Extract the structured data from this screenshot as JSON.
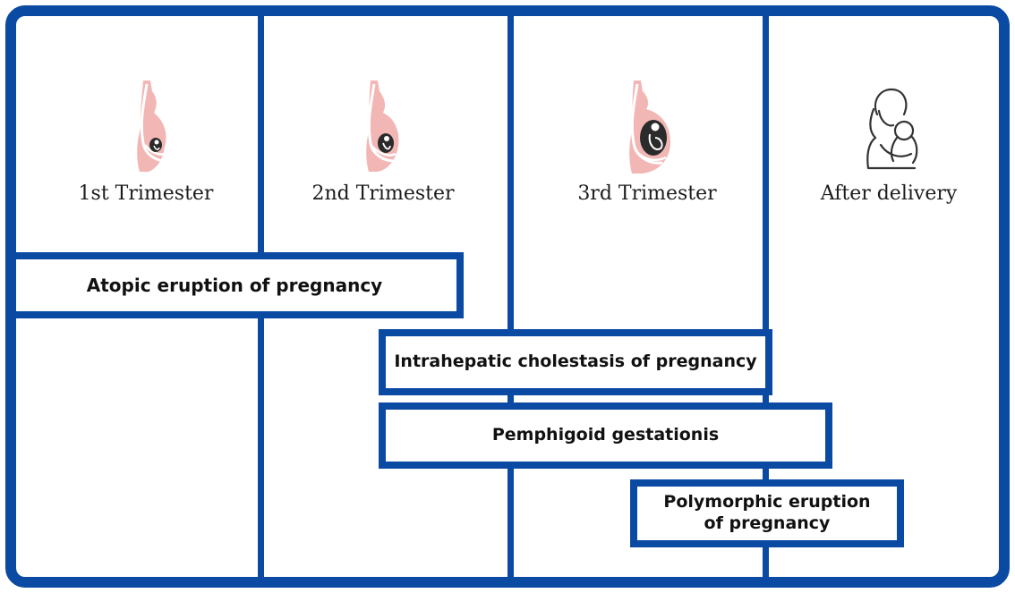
{
  "periods": [
    {
      "label": "1st Trimester",
      "icon": "pregnant-woman-first-trimester-icon"
    },
    {
      "label": "2nd Trimester",
      "icon": "pregnant-woman-second-trimester-icon"
    },
    {
      "label": "3rd Trimester",
      "icon": "pregnant-woman-third-trimester-icon"
    },
    {
      "label": "After delivery",
      "icon": "mother-holding-baby-icon"
    }
  ],
  "conditions": [
    {
      "label": "Atopic eruption of pregnancy"
    },
    {
      "label": "Intrahepatic cholestasis of pregnancy"
    },
    {
      "label": "Pemphigoid gestationis"
    },
    {
      "label": "Polymorphic eruption of pregnancy"
    }
  ],
  "colors": {
    "frame": "#0b4aa2",
    "body_pink": "#f2b7b4",
    "text": "#1c1c1c"
  }
}
